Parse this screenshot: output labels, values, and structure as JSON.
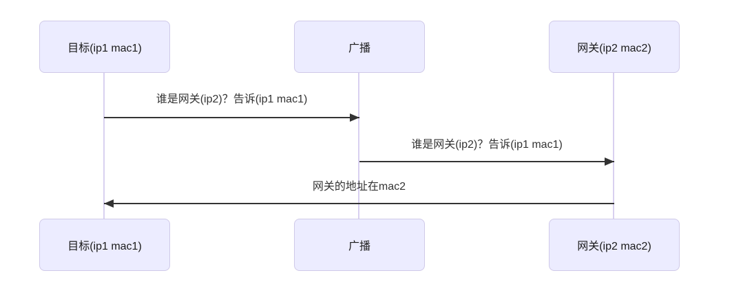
{
  "diagram": {
    "type": "sequence",
    "actors": [
      {
        "id": "target",
        "label": "目标(ip1 mac1)"
      },
      {
        "id": "broadcast",
        "label": "广播"
      },
      {
        "id": "gateway",
        "label": "网关(ip2 mac2)"
      }
    ],
    "messages": [
      {
        "from": "目标(ip1 mac1)",
        "to": "广播",
        "label": "谁是网关(ip2)？告诉(ip1 mac1)",
        "arrow": "solid-right"
      },
      {
        "from": "广播",
        "to": "网关(ip2 mac2)",
        "label": "谁是网关(ip2)？告诉(ip1 mac1)",
        "arrow": "solid-right"
      },
      {
        "from": "网关(ip2 mac2)",
        "to": "目标(ip1 mac1)",
        "label": "网关的地址在mac2",
        "arrow": "solid-left"
      }
    ],
    "colors": {
      "background": "#ffffff",
      "actor_fill": "#ececff",
      "actor_border": "#cfc9e8",
      "lifeline": "#d8d0f0",
      "arrow": "#333333",
      "text": "#1a1a1a"
    }
  }
}
